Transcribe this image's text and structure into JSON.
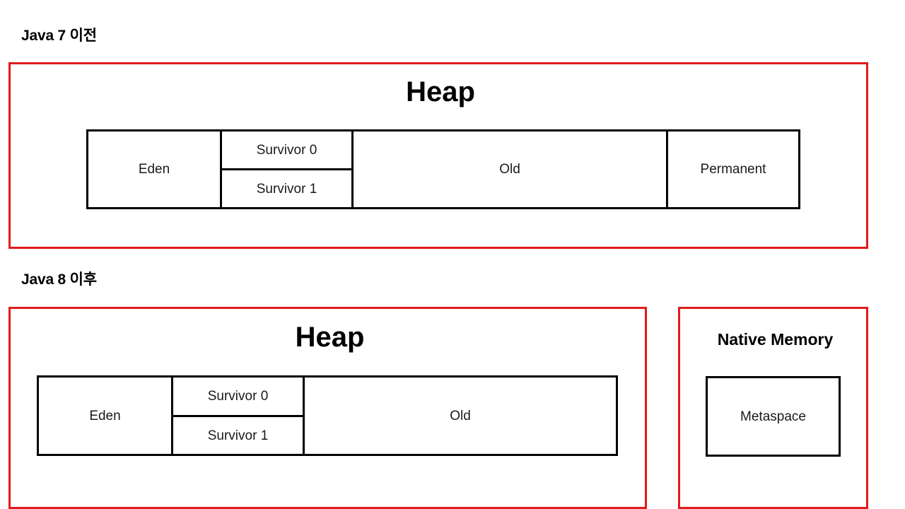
{
  "diagram": {
    "kind": "jvm-memory-structure",
    "accent_color": "#E01B1B",
    "line_color": "#000000",
    "background_color": "#FFFFFF",
    "sections": [
      {
        "id": "java7",
        "title": "Java 7 이전",
        "containers": [
          {
            "id": "heap",
            "title": "Heap",
            "regions": [
              {
                "id": "eden",
                "label": "Eden"
              },
              {
                "id": "survivor0",
                "label": "Survivor 0"
              },
              {
                "id": "survivor1",
                "label": "Survivor 1"
              },
              {
                "id": "old",
                "label": "Old"
              },
              {
                "id": "permanent",
                "label": "Permanent"
              }
            ]
          }
        ]
      },
      {
        "id": "java8",
        "title": "Java 8 이후",
        "containers": [
          {
            "id": "heap",
            "title": "Heap",
            "regions": [
              {
                "id": "eden",
                "label": "Eden"
              },
              {
                "id": "survivor0",
                "label": "Survivor 0"
              },
              {
                "id": "survivor1",
                "label": "Survivor 1"
              },
              {
                "id": "old",
                "label": "Old"
              }
            ]
          },
          {
            "id": "native-memory",
            "title": "Native Memory",
            "regions": [
              {
                "id": "metaspace",
                "label": "Metaspace"
              }
            ]
          }
        ]
      }
    ]
  }
}
